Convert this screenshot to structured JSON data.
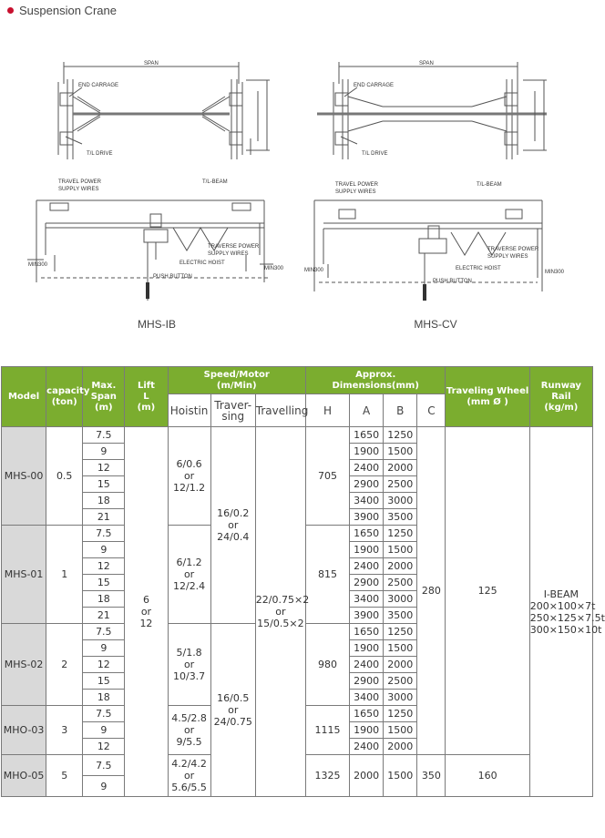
{
  "page": {
    "title": "Suspension Crane"
  },
  "drawings": {
    "left": {
      "caption": "MHS-IB",
      "labels": {
        "span": "SPAN",
        "end_carriage": "END CARRAGE",
        "tl_drive": "T/L DRIVE",
        "travel_power": "TRAVEL POWER",
        "supply_wires": "SUPPLY WIRES",
        "tl_beam": "T/L-BEAM",
        "traverse_power": "TRAVERSE POWER",
        "traverse_supply": "SUPPLY WIRES",
        "electric_hoist": "ELECTRIC HOIST",
        "push_button": "PUSH BUTTON",
        "min300_left": "MIN300",
        "min300_right": "MIN300"
      }
    },
    "right": {
      "caption": "MHS-CV",
      "labels": {
        "span": "SPAN",
        "end_carriage": "END CARRAGE",
        "tl_drive": "T/L DRIVE",
        "travel_power": "TRAVEL POWER",
        "supply_wires": "SUPPLY WIRES",
        "tl_beam": "T/L-BEAM",
        "traverse_power": "TRAVERSE POWER",
        "traverse_supply": "SUPPLY WIRES",
        "electric_hoist": "ELECTRIC HOIST",
        "push_button": "PUSH BUTTON",
        "min300_left": "MIN300",
        "min300_right": "MIN300"
      }
    }
  },
  "table": {
    "headers": {
      "model": "Model",
      "capacity": "capacity\n(ton)",
      "max_span": "Max.\nSpan\n(m)",
      "lift": "Lift\nL\n(m)",
      "speed": "Speed/Motor\n(m/Min)",
      "hoisting": "Hoistin",
      "traversing": "Traver-\nsing",
      "travelling": "Travelling",
      "dims": "Approx.\nDimensions(mm)",
      "h": "H",
      "a": "A",
      "b": "B",
      "c": "C",
      "wheel": "Traveling Wheel\n(mm Ø )",
      "rail": "Runway\nRail\n(kg/m)"
    },
    "lift": "6\nor\n12",
    "travelling": "22/0.75×2\nor\n15/0.5×2",
    "traversing_1": "16/0.2\nor\n24/0.4",
    "traversing_2": "16/0.5\nor\n24/0.75",
    "c_main": "280",
    "wheel_main": "125",
    "rail": "I-BEAM\n200×100×7t\n250×125×7.5t\n300×150×10t",
    "groups": [
      {
        "model": "MHS-00",
        "capacity": "0.5",
        "hoisting": "6/0.6\nor\n12/1.2",
        "h": "705",
        "rows": [
          {
            "span": "7.5",
            "a": "1650",
            "b": "1250"
          },
          {
            "span": "9",
            "a": "1900",
            "b": "1500"
          },
          {
            "span": "12",
            "a": "2400",
            "b": "2000"
          },
          {
            "span": "15",
            "a": "2900",
            "b": "2500"
          },
          {
            "span": "18",
            "a": "3400",
            "b": "3000"
          },
          {
            "span": "21",
            "a": "3900",
            "b": "3500"
          }
        ]
      },
      {
        "model": "MHS-01",
        "capacity": "1",
        "hoisting": "6/1.2\nor\n12/2.4",
        "h": "815",
        "rows": [
          {
            "span": "7.5",
            "a": "1650",
            "b": "1250"
          },
          {
            "span": "9",
            "a": "1900",
            "b": "1500"
          },
          {
            "span": "12",
            "a": "2400",
            "b": "2000"
          },
          {
            "span": "15",
            "a": "2900",
            "b": "2500"
          },
          {
            "span": "18",
            "a": "3400",
            "b": "3000"
          },
          {
            "span": "21",
            "a": "3900",
            "b": "3500"
          }
        ]
      },
      {
        "model": "MHS-02",
        "capacity": "2",
        "hoisting": "5/1.8\nor\n10/3.7",
        "h": "980",
        "rows": [
          {
            "span": "7.5",
            "a": "1650",
            "b": "1250"
          },
          {
            "span": "9",
            "a": "1900",
            "b": "1500"
          },
          {
            "span": "12",
            "a": "2400",
            "b": "2000"
          },
          {
            "span": "15",
            "a": "2900",
            "b": "2500"
          },
          {
            "span": "18",
            "a": "3400",
            "b": "3000"
          }
        ]
      },
      {
        "model": "MHO-03",
        "capacity": "3",
        "hoisting": "4.5/2.8\nor\n9/5.5",
        "h": "1115",
        "rows": [
          {
            "span": "7.5",
            "a": "1650",
            "b": "1250"
          },
          {
            "span": "9",
            "a": "1900",
            "b": "1500"
          },
          {
            "span": "12",
            "a": "2400",
            "b": "2000"
          }
        ]
      }
    ],
    "last": {
      "model": "MHO-05",
      "capacity": "5",
      "spans": [
        "7.5",
        "9"
      ],
      "hoisting": "4.2/4.2\nor\n5.6/5.5",
      "h": "1325",
      "a": "2000",
      "b": "1500",
      "c": "350",
      "wheel": "160"
    }
  }
}
